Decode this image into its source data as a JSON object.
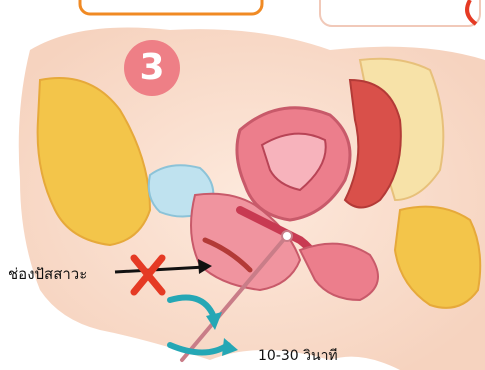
{
  "step": {
    "number": "3"
  },
  "labels": {
    "body_part": "ช่องปัสสาวะ",
    "duration": "10-30 วินาที"
  },
  "colors": {
    "badge": "#ee7f86",
    "top_banner": "#f08a24",
    "wrong_mark": "#e53a24",
    "rotate_arrow": "#25a7b5",
    "pointer_arrow": "#111111",
    "tissue_yellow": "#f3c54a",
    "tissue_pink": "#ec7e8c",
    "tissue_red": "#c83a52",
    "bladder_blue": "#bfe2ef"
  },
  "icons": [
    "cross-mark-icon",
    "pointer-arrow-icon",
    "rotate-arrow-icon"
  ]
}
